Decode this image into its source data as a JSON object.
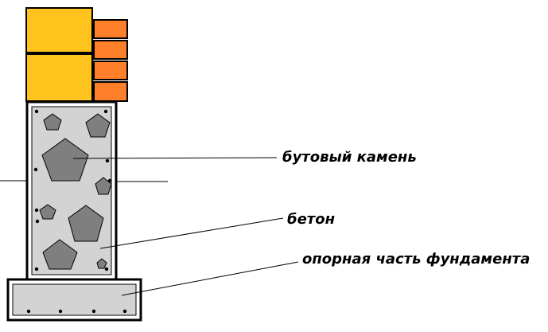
{
  "labels": {
    "rubble_stone": "бутовый камень",
    "concrete": "бетон",
    "footing": "опорная часть фундамента"
  },
  "colors": {
    "block_yellow": "#FFC31E",
    "brick_orange": "#FF7F2A",
    "concrete_fill": "#D3D3D3",
    "stone_fill": "#7F7F7F",
    "outline": "#000000",
    "background": "#FFFFFF"
  }
}
